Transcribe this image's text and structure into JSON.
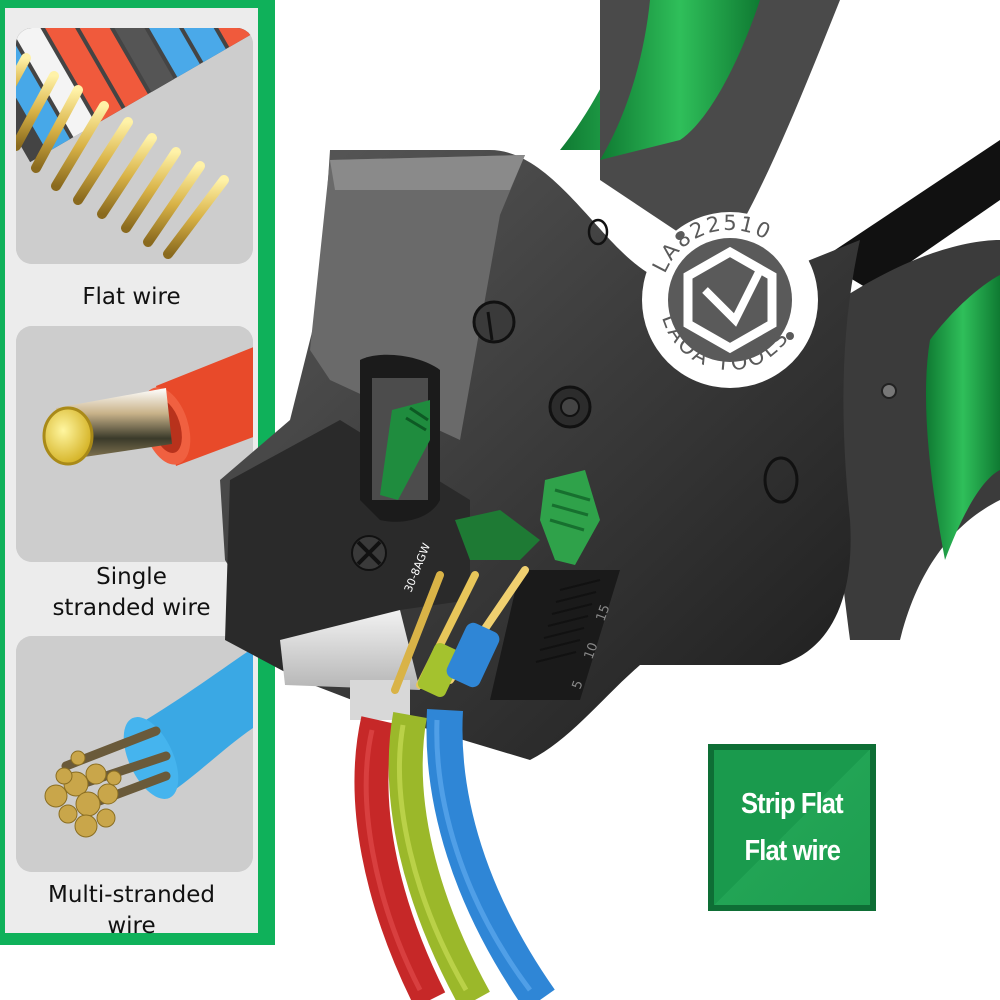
{
  "wire_types": {
    "items": [
      {
        "label_lines": [
          "Flat wire"
        ],
        "icon": "flat-wire-illustration"
      },
      {
        "label_lines": [
          "Single",
          "stranded wire"
        ],
        "icon": "single-wire-illustration"
      },
      {
        "label_lines": [
          "Multi-stranded",
          "wire"
        ],
        "icon": "multi-stranded-wire-illustration"
      }
    ]
  },
  "tool": {
    "brand_ring_text": "LAOA TOOLS • LA822510 •",
    "brand_top": "LA822510",
    "brand_bottom": "LAOA TOOLS",
    "gauge_label": "30-8AGW",
    "scale_marks": [
      "5",
      "10",
      "15"
    ],
    "wire_colors": [
      "#c62828",
      "#9bb82a",
      "#2f86d6"
    ]
  },
  "badge": {
    "line1": "Strip Flat",
    "line2": "Flat wire"
  },
  "colors": {
    "panel_green": "#0fb15a",
    "badge_green": "#1a9a4d",
    "badge_border": "#0e6e35",
    "tool_body": "#3c3c3c",
    "handle_green": "#1fa64a"
  }
}
